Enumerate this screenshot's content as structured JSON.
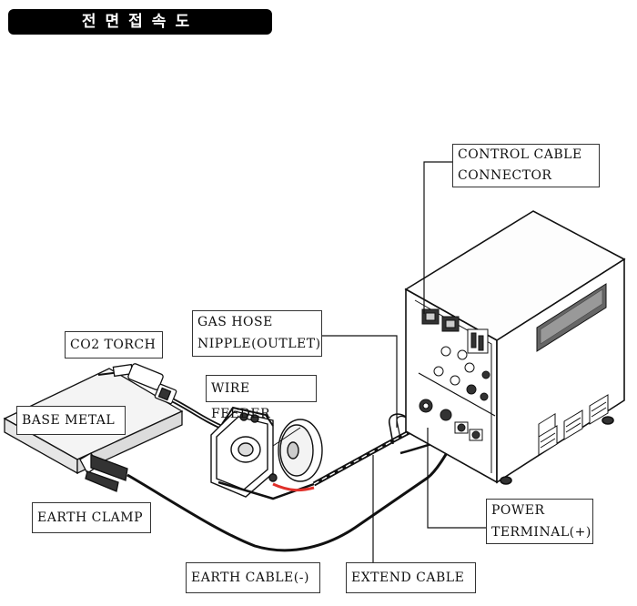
{
  "title": "전면접속도",
  "labels": {
    "control_cable_line1": "CONTROL CABLE",
    "control_cable_line2": "CONNECTOR",
    "gas_hose_line1": "GAS HOSE",
    "gas_hose_line2": "NIPPLE(OUTLET)",
    "co2_torch": "CO2 TORCH",
    "wire_feeder": "WIRE FEEDER",
    "base_metal": "BASE METAL",
    "earth_clamp": "EARTH CLAMP",
    "power_terminal_line1": "POWER",
    "power_terminal_line2": "TERMINAL(+)",
    "earth_cable": "EARTH CABLE(-)",
    "extend_cable": "EXTEND CABLE"
  },
  "colors": {
    "line": "#111111",
    "highlight_cable": "#e0302a",
    "title_bg": "#000000",
    "title_text": "#ffffff"
  }
}
